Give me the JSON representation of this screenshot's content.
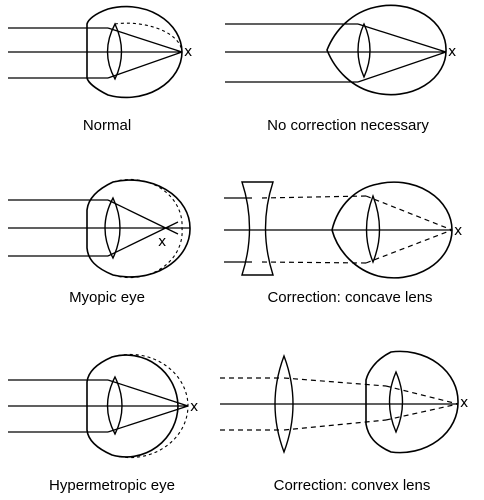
{
  "panels": [
    {
      "caption": "Normal",
      "focus": "x"
    },
    {
      "caption": "No correction necessary",
      "focus": "x"
    },
    {
      "caption": "Myopic eye",
      "focus": "x"
    },
    {
      "caption": "Correction: concave lens",
      "focus": "x"
    },
    {
      "caption": "Hypermetropic eye",
      "focus": "x"
    },
    {
      "caption": "Correction: convex lens",
      "focus": "x"
    }
  ]
}
